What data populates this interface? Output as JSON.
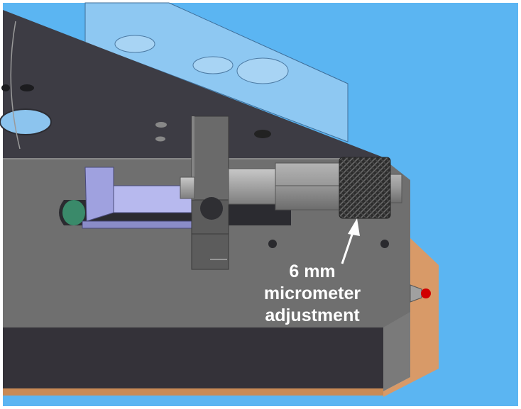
{
  "annotation": {
    "line1": "6 mm",
    "line2": "micrometer",
    "line3": "adjustment"
  },
  "colors": {
    "background": "#5bb5f2",
    "top_face": "#3d3c44",
    "front_face": "#6f6f6f",
    "bottom_block": "#343239",
    "copper": "#d89a68",
    "slider": "#a7a9e6",
    "knurl": "#3a3a3a",
    "probe_tip": "#d10000",
    "text": "#ffffff"
  },
  "icons": [
    "arrow-icon",
    "knurled-thimble-icon",
    "probe-tip-icon"
  ]
}
